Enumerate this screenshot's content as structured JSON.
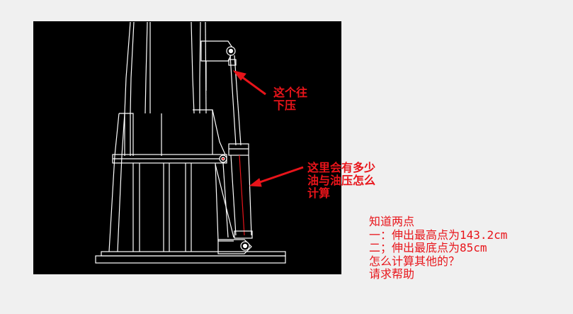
{
  "annotations": {
    "press_down": [
      "这个往",
      "下压"
    ],
    "oil_question": [
      "这里会有多少",
      "油与油压怎么",
      "计算"
    ]
  },
  "question": {
    "line1": "知道两点",
    "line2": "一：伸出最高点为143.2cm",
    "line3": "二；伸出最底点为85cm",
    "line4": "怎么计算其他的？",
    "line5": "请求帮助"
  },
  "colors": {
    "background": "#f0f0f0",
    "drawing_background": "#000000",
    "drawing_lines": "#ffffff",
    "annotation": "#e8141a"
  }
}
